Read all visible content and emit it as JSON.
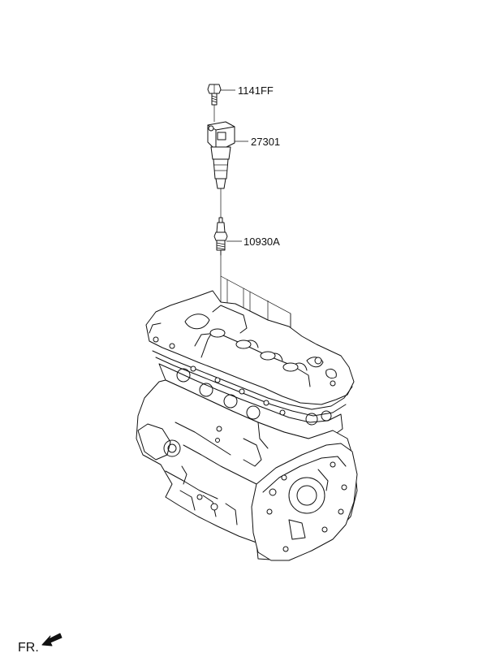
{
  "labels": {
    "bolt": "1141FF",
    "ignition_coil": "27301",
    "spark_plug": "10930A",
    "front": "FR."
  },
  "colors": {
    "line": "#111111",
    "background": "#ffffff"
  }
}
